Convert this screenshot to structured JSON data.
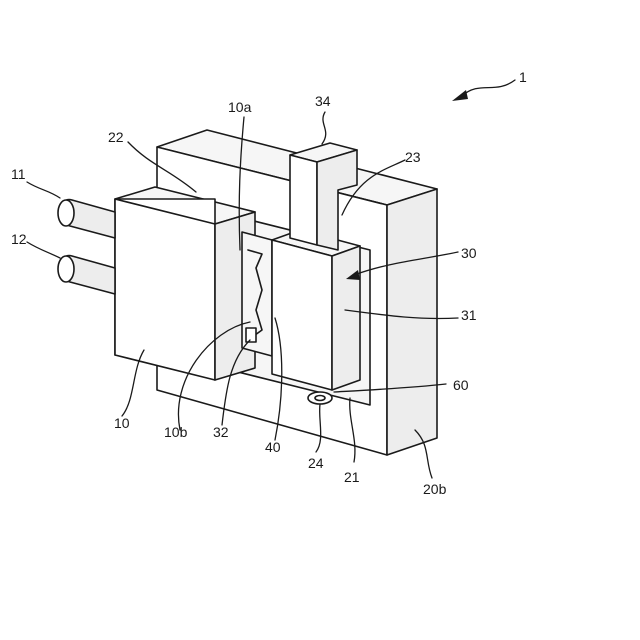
{
  "figure": {
    "callouts": {
      "ref_1": "1",
      "ref_10": "10",
      "ref_10a": "10a",
      "ref_10b": "10b",
      "ref_11": "11",
      "ref_12": "12",
      "ref_20b": "20b",
      "ref_21": "21",
      "ref_22": "22",
      "ref_23": "23",
      "ref_24": "24",
      "ref_30": "30",
      "ref_31": "31",
      "ref_32": "32",
      "ref_34": "34",
      "ref_40": "40",
      "ref_60": "60"
    }
  }
}
